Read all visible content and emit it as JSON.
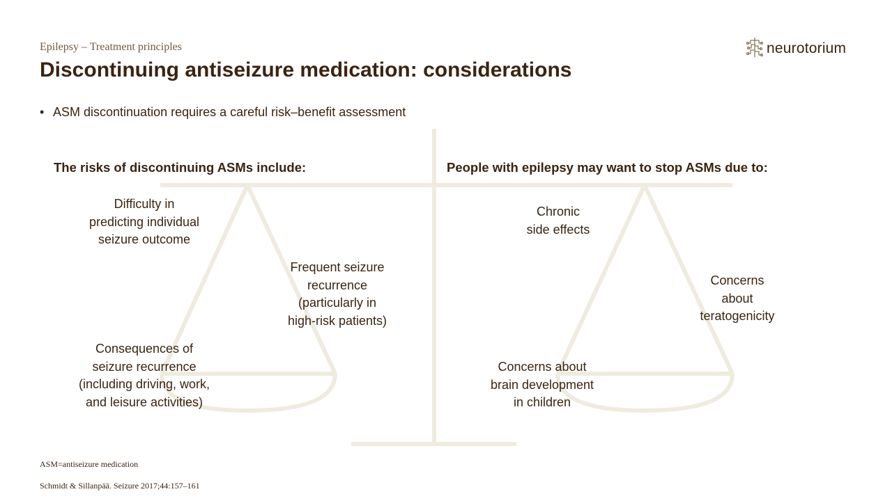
{
  "header": {
    "subtitle": "Epilepsy – Treatment principles",
    "title": "Discontinuing antiseizure medication: considerations"
  },
  "logo": {
    "text": "neurotorium",
    "icon": "brain-tree-icon"
  },
  "bullet": {
    "mark": "•",
    "text": "ASM discontinuation requires a careful risk–benefit assessment"
  },
  "left_side": {
    "heading": "The risks of discontinuing ASMs include:",
    "items": [
      [
        "Difficulty in",
        "predicting individual",
        "seizure outcome"
      ],
      [
        "Frequent seizure",
        "recurrence",
        "(particularly in",
        "high-risk patients)"
      ],
      [
        "Consequences of",
        "seizure recurrence",
        "(including driving, work,",
        "and leisure activities)"
      ]
    ]
  },
  "right_side": {
    "heading": "People with epilepsy may want to stop ASMs due to:",
    "items": [
      [
        "Chronic",
        "side effects"
      ],
      [
        "Concerns",
        "about",
        "teratogenicity"
      ],
      [
        "Concerns about",
        "brain development",
        "in children"
      ]
    ]
  },
  "footnotes": {
    "abbreviation": "ASM=antiseizure medication",
    "reference": "Schmidt & Sillanpää. Seizure 2017;44:157–161"
  },
  "colors": {
    "text": "#3b2411",
    "scale": "#efebde",
    "subtitle": "#6f5a3e"
  }
}
